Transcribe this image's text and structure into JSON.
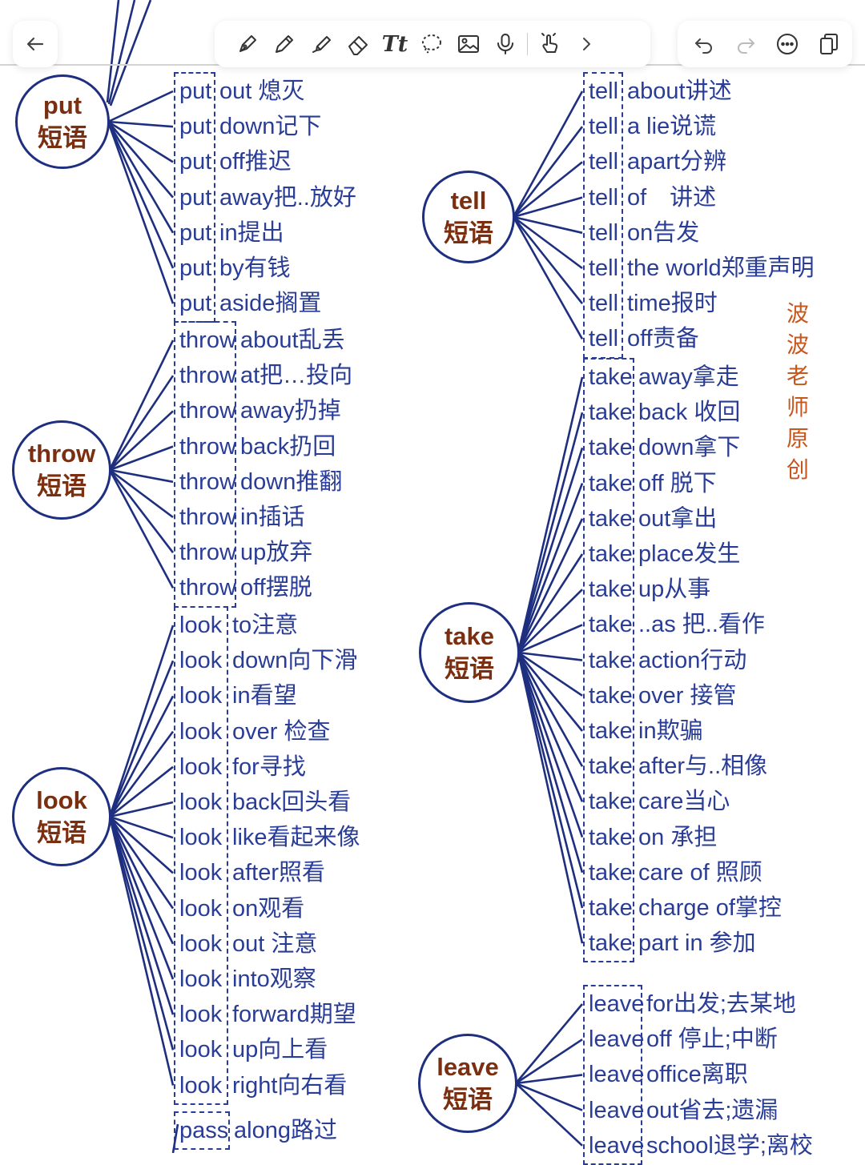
{
  "toolbar": {
    "left": [
      {
        "icon": "back-arrow-icon"
      }
    ],
    "tools": [
      {
        "icon": "fountain-pen-icon"
      },
      {
        "icon": "pencil-icon"
      },
      {
        "icon": "highlighter-icon"
      },
      {
        "icon": "eraser-icon"
      },
      {
        "icon": "text-tool-icon",
        "label": "Tt"
      },
      {
        "icon": "lasso-icon"
      },
      {
        "icon": "image-icon"
      },
      {
        "icon": "microphone-icon"
      },
      {
        "icon": "touch-gesture-icon"
      },
      {
        "icon": "chevron-right-icon"
      }
    ],
    "right": [
      {
        "icon": "undo-icon"
      },
      {
        "icon": "redo-icon"
      },
      {
        "icon": "more-options-icon"
      },
      {
        "icon": "pages-icon"
      }
    ]
  },
  "colors": {
    "hub_text": "#7a3010",
    "phrase_text": "#2a3d96",
    "lines": "#1e2f80",
    "signature": "#c8571d"
  },
  "signature": [
    "波",
    "波",
    "老",
    "师",
    "原",
    "创"
  ],
  "groups": [
    {
      "id": "put",
      "word": "put",
      "label": "短语",
      "items": [
        {
          "verb": "put",
          "meaning": "out 熄灭"
        },
        {
          "verb": "put",
          "meaning": "down记下"
        },
        {
          "verb": "put",
          "meaning": "off推迟"
        },
        {
          "verb": "put",
          "meaning": "away把..放好"
        },
        {
          "verb": "put",
          "meaning": "in提出"
        },
        {
          "verb": "put",
          "meaning": "by有钱"
        },
        {
          "verb": "put",
          "meaning": "aside搁置"
        }
      ]
    },
    {
      "id": "throw",
      "word": "throw",
      "label": "短语",
      "items": [
        {
          "verb": "throw",
          "meaning": "about乱丢"
        },
        {
          "verb": "throw",
          "meaning": "at把…投向"
        },
        {
          "verb": "throw",
          "meaning": "away扔掉"
        },
        {
          "verb": "throw",
          "meaning": "back扔回"
        },
        {
          "verb": "throw",
          "meaning": "down推翻"
        },
        {
          "verb": "throw",
          "meaning": "in插话"
        },
        {
          "verb": "throw",
          "meaning": "up放弃"
        },
        {
          "verb": "throw",
          "meaning": "off摆脱"
        }
      ]
    },
    {
      "id": "look",
      "word": "look",
      "label": "短语",
      "items": [
        {
          "verb": "look",
          "meaning": "to注意"
        },
        {
          "verb": "look",
          "meaning": "down向下滑"
        },
        {
          "verb": "look",
          "meaning": "in看望"
        },
        {
          "verb": "look",
          "meaning": "over 检查"
        },
        {
          "verb": "look",
          "meaning": "for寻找"
        },
        {
          "verb": "look",
          "meaning": "back回头看"
        },
        {
          "verb": "look",
          "meaning": "like看起来像"
        },
        {
          "verb": "look",
          "meaning": "after照看"
        },
        {
          "verb": "look",
          "meaning": "on观看"
        },
        {
          "verb": "look",
          "meaning": "out 注意"
        },
        {
          "verb": "look",
          "meaning": "into观察"
        },
        {
          "verb": "look",
          "meaning": "forward期望"
        },
        {
          "verb": "look",
          "meaning": "up向上看"
        },
        {
          "verb": "look",
          "meaning": "right向右看"
        }
      ]
    },
    {
      "id": "pass",
      "word": "pass",
      "label": "短语",
      "items": [
        {
          "verb": "pass",
          "meaning": "along路过"
        }
      ]
    },
    {
      "id": "tell",
      "word": "tell",
      "label": "短语",
      "items": [
        {
          "verb": "tell",
          "meaning": "about讲述"
        },
        {
          "verb": "tell",
          "meaning": "a lie说谎"
        },
        {
          "verb": "tell",
          "meaning": "apart分辨"
        },
        {
          "verb": "tell",
          "meaning": "of　讲述"
        },
        {
          "verb": "tell",
          "meaning": "on告发"
        },
        {
          "verb": "tell",
          "meaning": "the world郑重声明"
        },
        {
          "verb": "tell",
          "meaning": "time报时"
        },
        {
          "verb": "tell",
          "meaning": "off责备"
        }
      ]
    },
    {
      "id": "take",
      "word": "take",
      "label": "短语",
      "items": [
        {
          "verb": "take",
          "meaning": "away拿走"
        },
        {
          "verb": "take",
          "meaning": "back 收回"
        },
        {
          "verb": "take",
          "meaning": "down拿下"
        },
        {
          "verb": "take",
          "meaning": "off 脱下"
        },
        {
          "verb": "take",
          "meaning": "out拿出"
        },
        {
          "verb": "take",
          "meaning": "place发生"
        },
        {
          "verb": "take",
          "meaning": "up从事"
        },
        {
          "verb": "take",
          "meaning": "..as 把..看作"
        },
        {
          "verb": "take",
          "meaning": "action行动"
        },
        {
          "verb": "take",
          "meaning": "over 接管"
        },
        {
          "verb": "take",
          "meaning": "in欺骗"
        },
        {
          "verb": "take",
          "meaning": "after与..相像"
        },
        {
          "verb": "take",
          "meaning": "care当心"
        },
        {
          "verb": "take",
          "meaning": "on 承担"
        },
        {
          "verb": "take",
          "meaning": "care of 照顾"
        },
        {
          "verb": "take",
          "meaning": "charge of掌控"
        },
        {
          "verb": "take",
          "meaning": "part in 参加"
        }
      ]
    },
    {
      "id": "leave",
      "word": "leave",
      "label": "短语",
      "items": [
        {
          "verb": "leave",
          "meaning": "for出发;去某地"
        },
        {
          "verb": "leave",
          "meaning": "off 停止;中断"
        },
        {
          "verb": "leave",
          "meaning": "office离职"
        },
        {
          "verb": "leave",
          "meaning": "out省去;遗漏"
        },
        {
          "verb": "leave",
          "meaning": "school退学;离校"
        }
      ]
    }
  ]
}
